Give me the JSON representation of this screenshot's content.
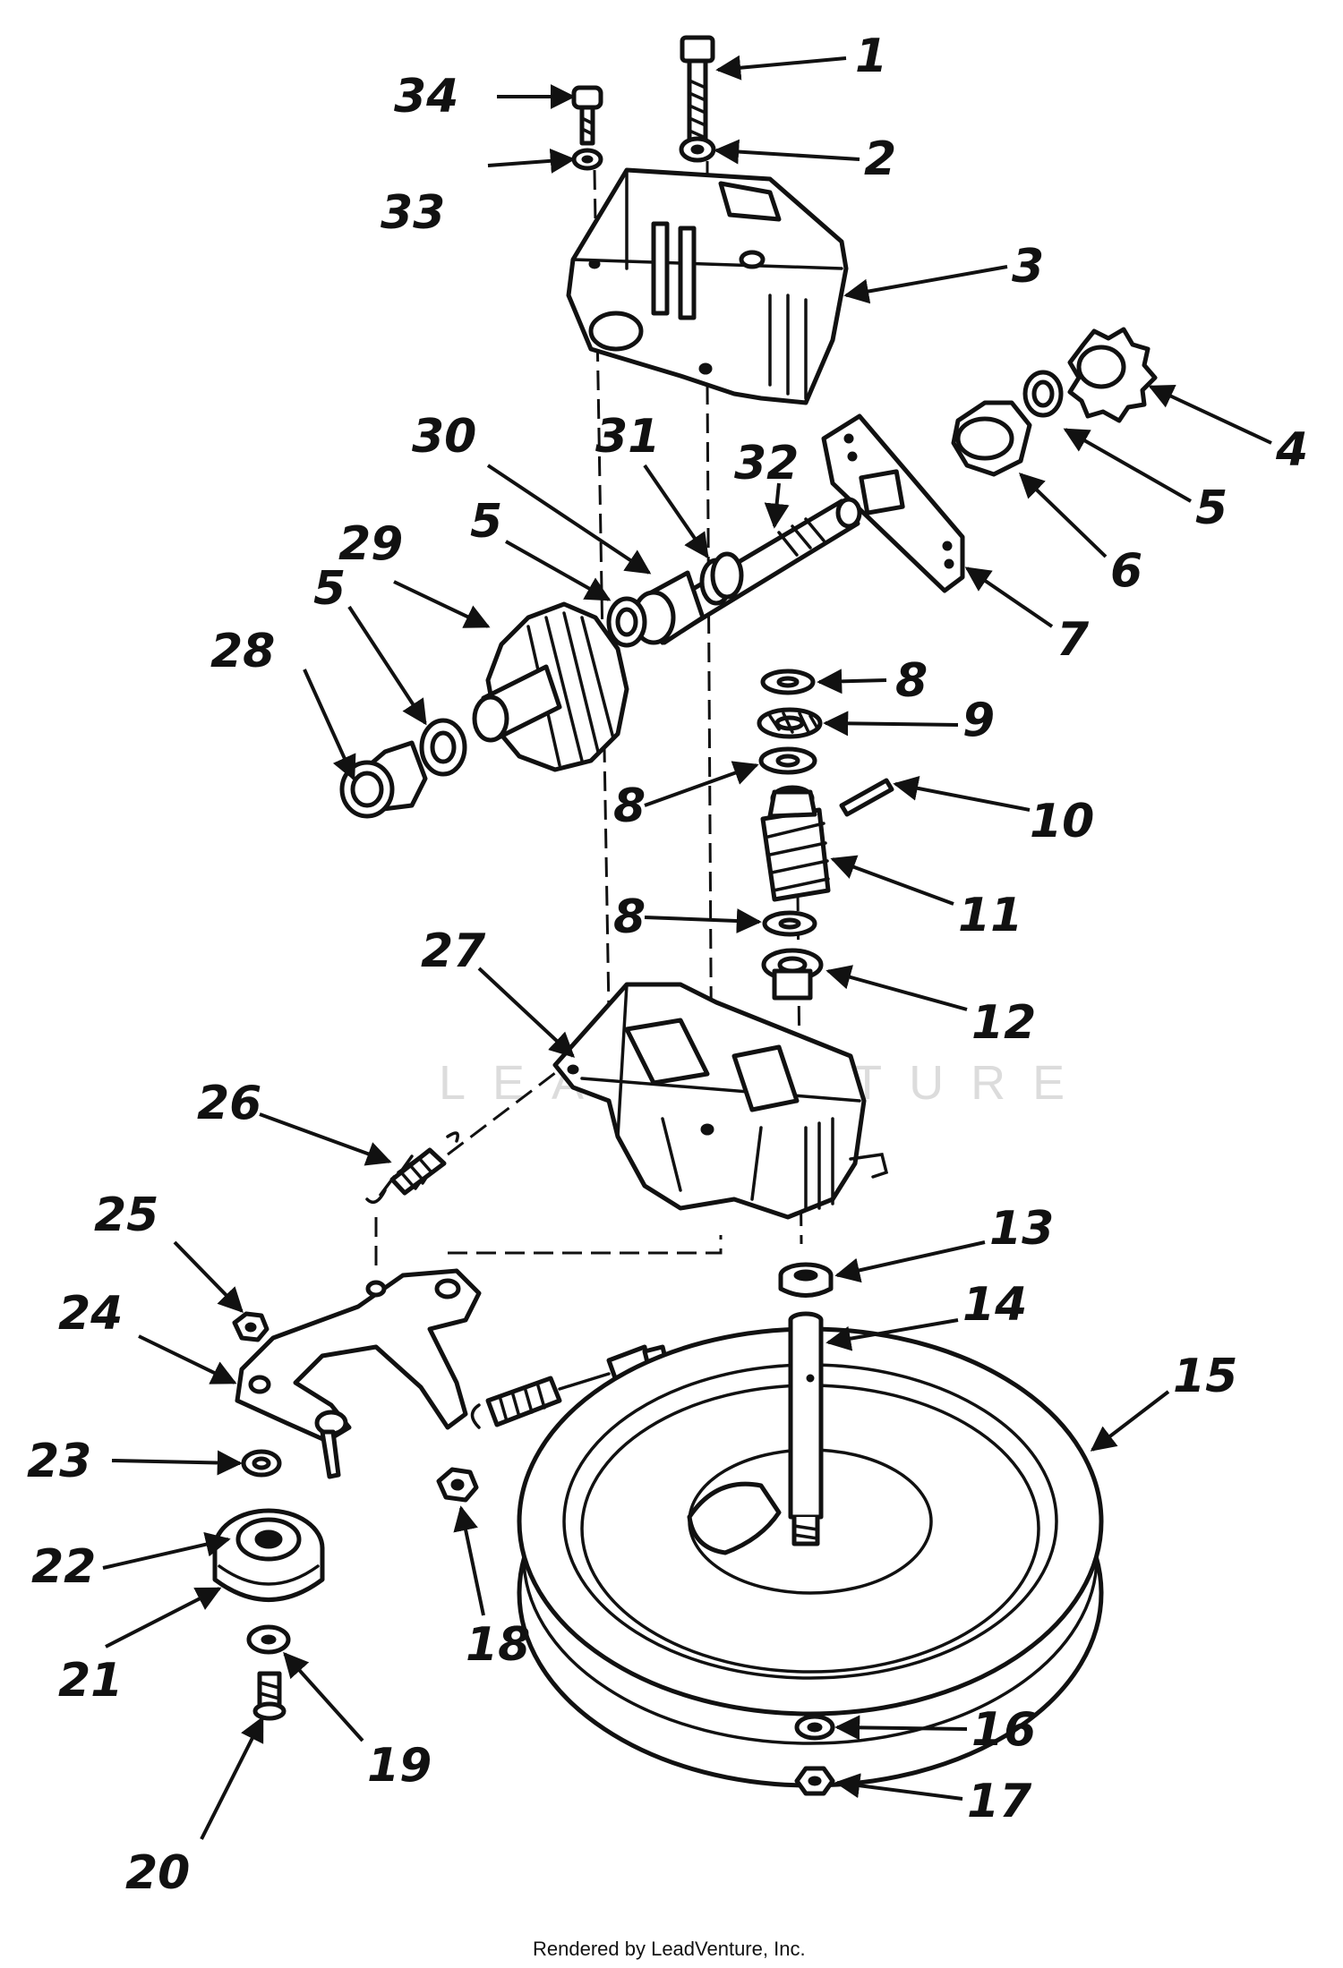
{
  "watermark": "LEADVENTURE",
  "footer": "Rendered by LeadVenture, Inc.",
  "callouts": [
    "1",
    "2",
    "3",
    "4",
    "5",
    "6",
    "7",
    "8",
    "9",
    "10",
    "11",
    "12",
    "13",
    "14",
    "15",
    "16",
    "17",
    "18",
    "19",
    "20",
    "21",
    "22",
    "23",
    "24",
    "25",
    "26",
    "27",
    "28",
    "29",
    "30",
    "31",
    "32",
    "33",
    "34"
  ]
}
